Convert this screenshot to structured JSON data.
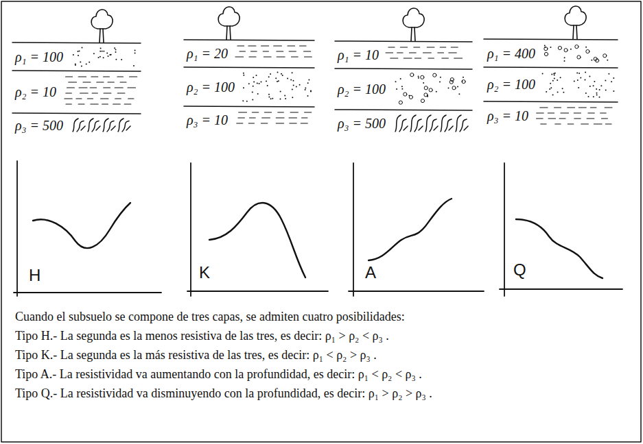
{
  "diagram": {
    "labels": [
      "ρ₁ = 100",
      "ρ₂ = 10",
      "ρ₃ = 500",
      "ρ₁ = 20",
      "ρ₂ = 100",
      "ρ₃ = 10",
      "ρ₁ = 10",
      "ρ₂ = 100",
      "ρ₃ = 500",
      "ρ₁ = 400",
      "ρ₂ = 100",
      "ρ₃ = 10",
      "H",
      "K",
      "A",
      "Q",
      "Cuando el subsuelo se compone de tres capas, se admiten cuatro posibilidades:",
      "Tipo H.- La segunda es la menos resistiva de las tres, es decir: ρ₁ > ρ₂ < ρ₃ .",
      "Tipo K.- La segunda es la más resistiva de las tres, es decir: ρ₁ < ρ₂ > ρ₃ .",
      "Tipo A.- La resistividad va aumentando con la profundidad, es decir: ρ₁ < ρ₂ < ρ₃ .",
      "Tipo Q.- La resistividad va disminuyendo con la profundidad, es decir: ρ₁ > ρ₂ > ρ₃ ."
    ]
  }
}
